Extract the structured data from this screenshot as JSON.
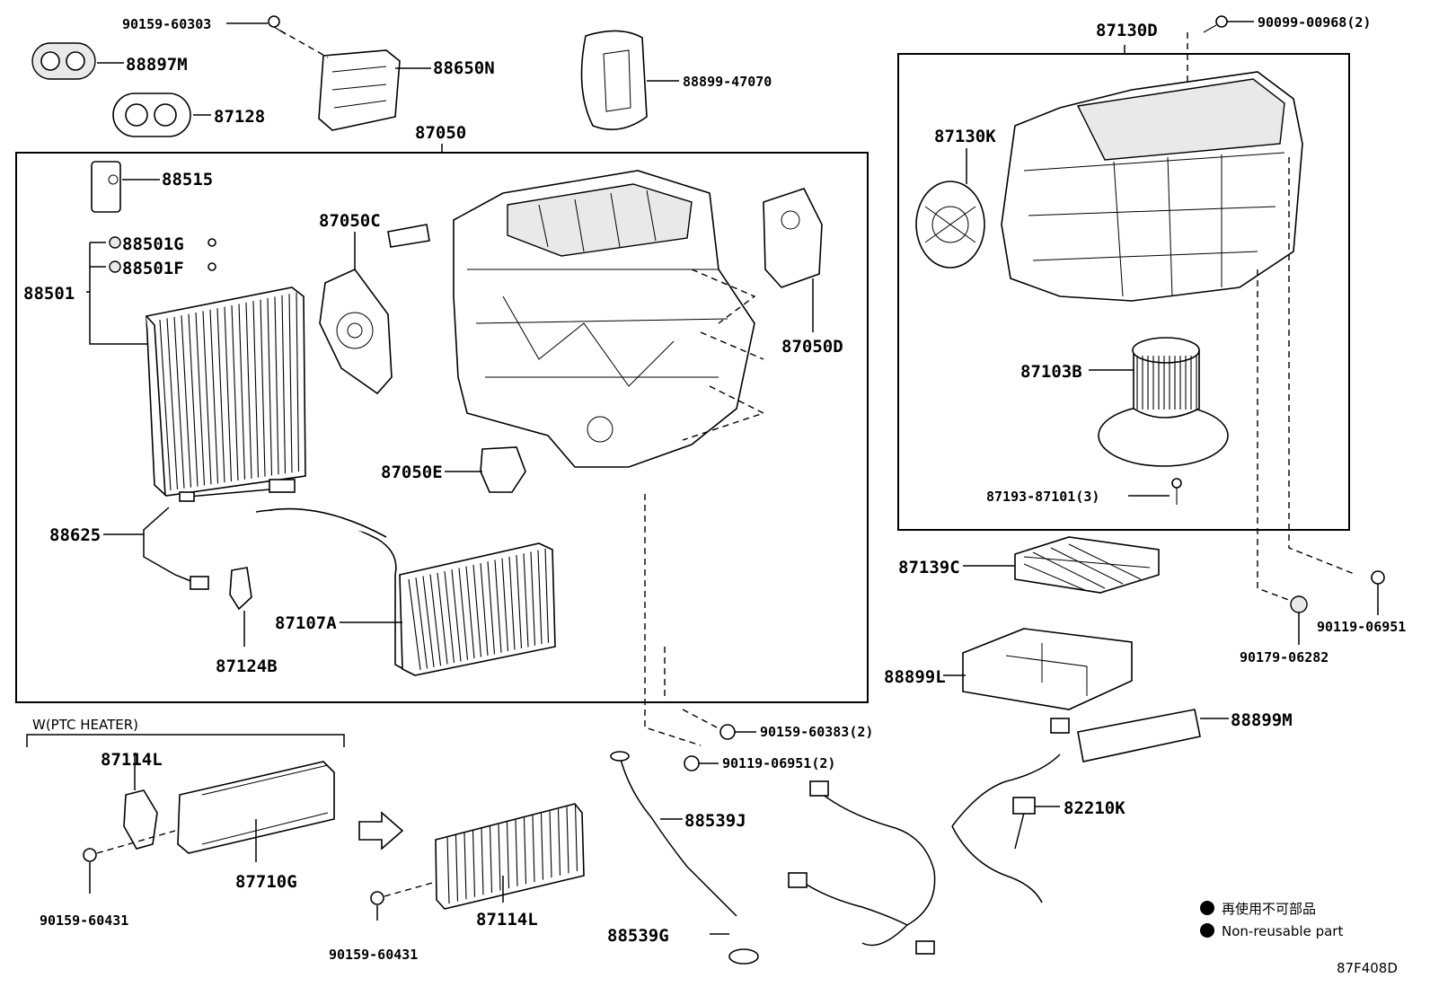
{
  "labels": {
    "p1": "90159-60303",
    "p2": "88897M",
    "p3": "88650N",
    "p4": "87128",
    "p5": "88899-47070",
    "p6": "87050",
    "p7": "88515",
    "p8": "88501G",
    "p9": "88501F",
    "p10": "88501",
    "p11": "87050C",
    "p12": "87050D",
    "p13": "87050E",
    "p14": "88625",
    "p15": "87107A",
    "p16": "87124B",
    "p17": "87130D",
    "p18": "90099-00968(2)",
    "p19": "87130K",
    "p20": "87103B",
    "p21": "87193-87101(3)",
    "p22": "87139C",
    "p23": "90119-06951",
    "p24": "90179-06282",
    "p25": "88899L",
    "p26": "88899M",
    "p27": "90159-60383(2)",
    "p28": "90119-06951(2)",
    "p29": "82210K",
    "p30": "88539J",
    "p31": "88539G",
    "p32": "87114L",
    "p33": "87710G",
    "p34": "90159-60431",
    "p35": "87114L",
    "p36": "90159-60431"
  },
  "ptc_group": "W(PTC HEATER)",
  "legend": {
    "jp": "再使用不可部品",
    "en": "Non-reusable part"
  },
  "diagram_code": "87F408D"
}
